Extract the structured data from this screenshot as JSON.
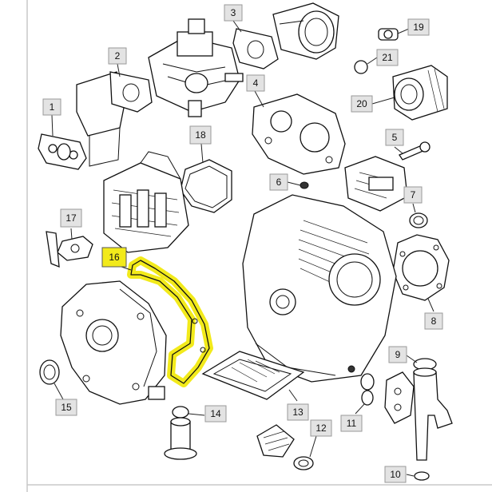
{
  "diagram": {
    "callouts": [
      {
        "id": "c1",
        "label": "1"
      },
      {
        "id": "c2",
        "label": "2"
      },
      {
        "id": "c3",
        "label": "3"
      },
      {
        "id": "c4",
        "label": "4"
      },
      {
        "id": "c5",
        "label": "5"
      },
      {
        "id": "c6",
        "label": "6"
      },
      {
        "id": "c7",
        "label": "7"
      },
      {
        "id": "c8",
        "label": "8"
      },
      {
        "id": "c9",
        "label": "9"
      },
      {
        "id": "c10",
        "label": "10"
      },
      {
        "id": "c11",
        "label": "11"
      },
      {
        "id": "c12",
        "label": "12"
      },
      {
        "id": "c13",
        "label": "13"
      },
      {
        "id": "c14",
        "label": "14"
      },
      {
        "id": "c15",
        "label": "15"
      },
      {
        "id": "c16",
        "label": "16"
      },
      {
        "id": "c17",
        "label": "17"
      },
      {
        "id": "c18",
        "label": "18"
      },
      {
        "id": "c19",
        "label": "19"
      },
      {
        "id": "c20",
        "label": "20"
      },
      {
        "id": "c21",
        "label": "21"
      }
    ],
    "highlight_color": "#f2ea1b",
    "highlighted_part": "16"
  }
}
